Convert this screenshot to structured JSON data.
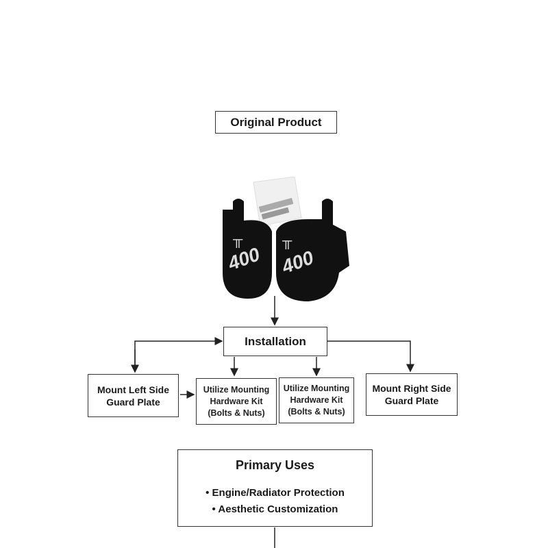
{
  "header": {
    "title": "Original Product"
  },
  "product_image": {
    "alt_icon": "guard-plates-image",
    "plate_logo_text": "400"
  },
  "flow": {
    "installation": "Installation",
    "left": [
      "Mount Left Side",
      "Guard Plate"
    ],
    "kit1": [
      "Utilize Mounting",
      "Hardware Kit",
      "(Bolts & Nuts)"
    ],
    "kit2": [
      "Utilize Mounting",
      "Hardware Kit",
      "(Bolts & Nuts)"
    ],
    "right": [
      "Mount Right Side",
      "Guard Plate"
    ]
  },
  "uses": {
    "title": "Primary Uses",
    "items": [
      "• Engine/Radiator Protection",
      "• Aesthetic Customization"
    ]
  }
}
